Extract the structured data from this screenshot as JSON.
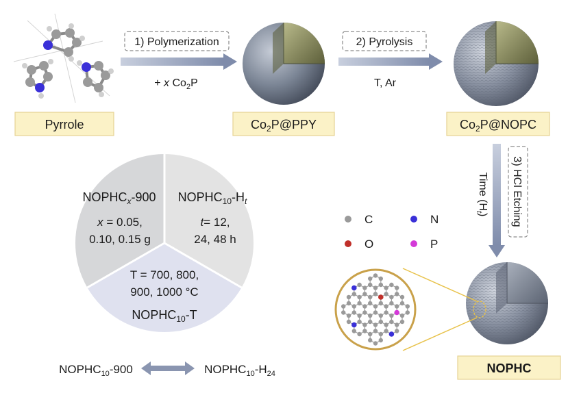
{
  "steps": {
    "polymerization": "1) Polymerization",
    "pyrolysis": "2) Pyrolysis",
    "etching": "3) HCl Etching"
  },
  "conditions": {
    "step1_prefix": "+ ",
    "step1_var": "x",
    "step1_compound": " Co",
    "step1_sub": "2",
    "step1_suffix": "P",
    "step2": "T, Ar",
    "step3_time": "Time (H",
    "step3_time_var": "t",
    "step3_time_close": ")"
  },
  "labels": {
    "pyrrole": "Pyrrole",
    "co2p_ppy": {
      "a": "Co",
      "sub": "2",
      "b": "P@PPY"
    },
    "co2p_nopc": {
      "a": "Co",
      "sub": "2",
      "b": "P@NOPC"
    },
    "nophc": "NOPHC"
  },
  "legend": [
    {
      "symbol": "C",
      "color": "#9a9a9a"
    },
    {
      "symbol": "N",
      "color": "#3a30d8"
    },
    {
      "symbol": "O",
      "color": "#c0302a"
    },
    {
      "symbol": "P",
      "color": "#d43ad8"
    }
  ],
  "pie": {
    "left": {
      "title_a": "NOPHC",
      "title_var": "x",
      "title_b": "-900",
      "line1_var": "x",
      "line1": " = 0.05,",
      "line2": "0.10, 0.15 g",
      "color": "#d6d7d9"
    },
    "right": {
      "title_a": "NOPHC",
      "title_sub": "10",
      "title_b": "-H",
      "title_var": "t",
      "line1_var": "t",
      "line1": "= 12,",
      "line2": "24, 48 h",
      "color": "#e3e3e3"
    },
    "bottom": {
      "line1": "T = 700, 800,",
      "line2": "900, 1000 °C",
      "title_a": "NOPHC",
      "title_sub": "10",
      "title_b": "-T",
      "color": "#dfe1ef"
    }
  },
  "comparison": {
    "left_a": "NOPHC",
    "left_sub": "10",
    "left_b": "-900",
    "right_a": "NOPHC",
    "right_sub": "10",
    "right_b": "-H",
    "right_sub2": "24"
  },
  "colors": {
    "label_box": "#fbf2c7",
    "label_border": "#e7d394",
    "arrow": "#8a95b0",
    "sphere": "#7d8694",
    "cutaway": "#8f9160"
  }
}
